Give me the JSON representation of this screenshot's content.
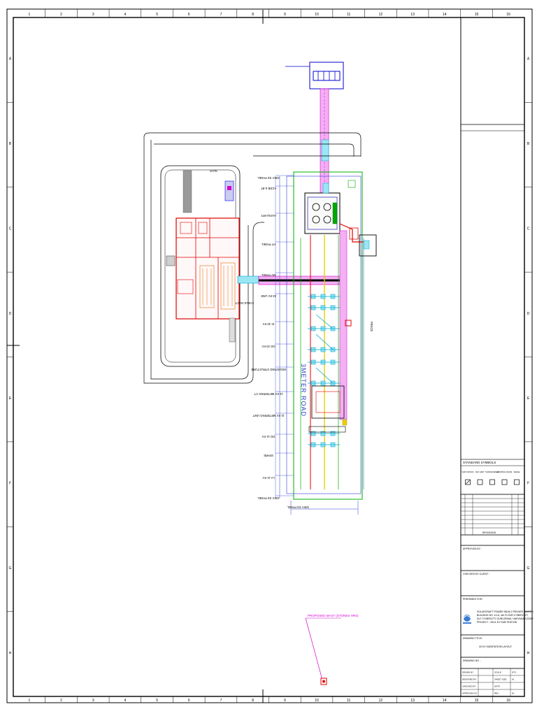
{
  "border": {
    "col_labels": [
      "1",
      "2",
      "3",
      "4",
      "5",
      "6",
      "7",
      "8",
      "9",
      "10",
      "11",
      "12",
      "13",
      "14",
      "15",
      "16"
    ],
    "row_labels": [
      "A",
      "B",
      "C",
      "D",
      "E",
      "F",
      "G",
      "H"
    ]
  },
  "drawing": {
    "road_label": "3METER ROAD",
    "left_labels": [
      "33KV SS PANEL",
      "ACDB & BT",
      "AUXILIARY",
      "HT PANEL",
      "MV PANEL",
      "33 KV LINE",
      "IC 33 KV",
      "OG 33 KV",
      "MOUNTING STRUCTURE",
      "11 KV METERING CT",
      "11 KV METERING UNIT",
      "OG 11 KV",
      "SPARE",
      "LA 11 KV",
      "33KV SS PANEL"
    ],
    "bottom_label": "33KV SS PANEL",
    "right_label": "FENCE",
    "callout_text": "PROPOSED MAST (STONES HRS)"
  },
  "title_block": {
    "legend_title": "STANDARD SYMBOLS",
    "legend_items": [
      "SUB STATION",
      "BAY LIMIT",
      "TRANSFORMER",
      "CONTROL ROOM",
      "FENCE"
    ],
    "revision_header": "REVISIONS",
    "approved_by_label": "APPROVED BY :",
    "checked_by_label": "CHECKED BY CLIENT :",
    "prepared_for_label": "PREPARED FOR :",
    "company_lines": [
      "SOLARCRAFT POWER INDIA 2 PRIVATE LIMITED",
      "BUILDING NO. 10-A, 4th FLOOR CYBERCITY,",
      "DLF CYBERCITY GURUGRAM, HARYANA-122002",
      "PROJECT : 33/11 KV SUB STATION"
    ],
    "drawing_title_label": "DRAWING TITLE :",
    "drawing_title": "33 KV SUBSTATION LAYOUT",
    "drawing_no_label": "DRAWING NO. :",
    "bottom_rows": [
      [
        "DRAWN BY",
        "",
        "SCALE",
        "NTS"
      ],
      [
        "DESIGNED BY",
        "",
        "SHEET SIZE",
        "A1"
      ],
      [
        "CHECKED BY",
        "",
        "DATE",
        ""
      ],
      [
        "APPROVED BY",
        "",
        "REV",
        "00"
      ]
    ]
  }
}
